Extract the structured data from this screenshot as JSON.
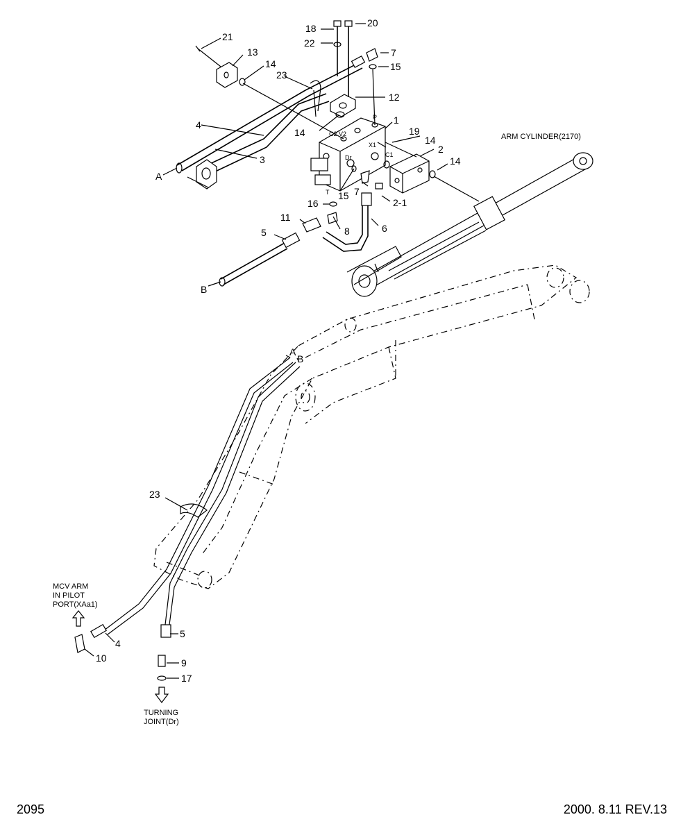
{
  "drawing": {
    "part_callouts": {
      "c1": "1",
      "c2": "2",
      "c2_1": "2-1",
      "c3": "3",
      "c4": "4",
      "c4b": "4",
      "c5": "5",
      "c5b": "5",
      "c6": "6",
      "c7a": "7",
      "c7b": "7",
      "c8": "8",
      "c9": "9",
      "c10": "10",
      "c11": "11",
      "c12": "12",
      "c13": "13",
      "c14a": "14",
      "c14b": "14",
      "c14c": "14",
      "c14d": "14",
      "c15a": "15",
      "c15b": "15",
      "c16": "16",
      "c17": "17",
      "c18": "18",
      "c19": "19",
      "c20": "20",
      "c21": "21",
      "c22": "22",
      "c23a": "23",
      "c23b": "23"
    },
    "port_labels": {
      "v2": "V2",
      "p": "P",
      "c2": "C2",
      "dr": "Dr",
      "c1": "C1",
      "t": "T",
      "x1": "X1"
    },
    "hose_ends": {
      "a_top": "A",
      "b_top": "B",
      "a_boom": "A",
      "b_boom": "B"
    },
    "arm_cylinder_label": "ARM CYLINDER(2170)",
    "mcv_label": [
      "MCV ARM",
      "IN PILOT",
      "PORT(XAa1)"
    ],
    "turning_joint_label": [
      "TURNING",
      "JOINT(Dr)"
    ]
  },
  "footer": {
    "page_number": "2095",
    "revision": "2000. 8.11 REV.13"
  }
}
